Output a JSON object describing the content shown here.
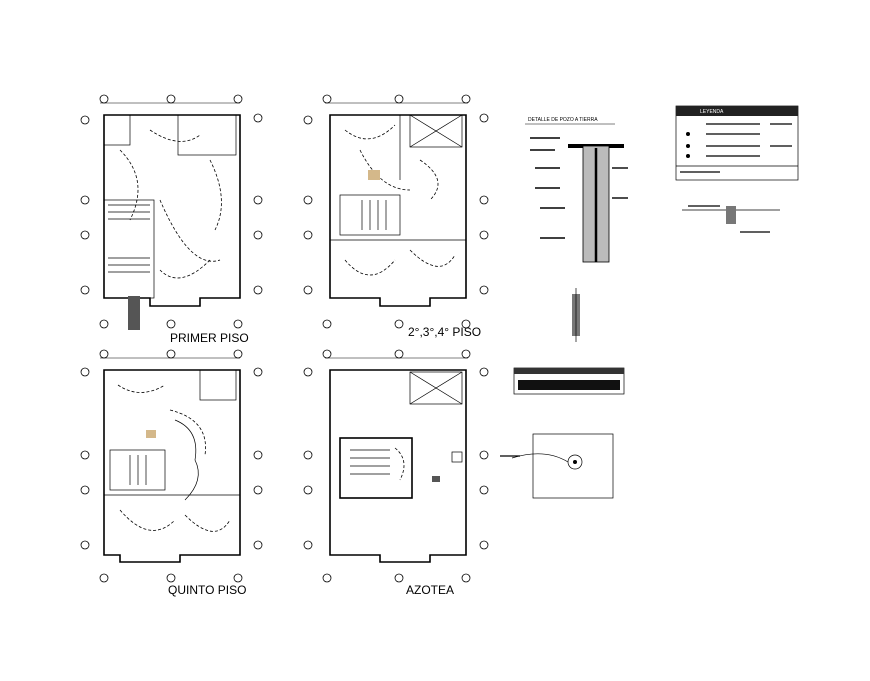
{
  "plans": [
    {
      "id": "primer-piso",
      "title": "PRIMER PISO"
    },
    {
      "id": "piso-2-3-4",
      "title": "2°,3°,4° PISO"
    },
    {
      "id": "quinto-piso",
      "title": "QUINTO PISO"
    },
    {
      "id": "azotea",
      "title": "AZOTEA"
    }
  ],
  "details": {
    "grounding_title": "DETALLE DE POZO A TIERRA",
    "legend_title": "LEYENDA"
  },
  "colors": {
    "line": "#000000",
    "fixture": "#d4b88a",
    "background": "#ffffff"
  }
}
